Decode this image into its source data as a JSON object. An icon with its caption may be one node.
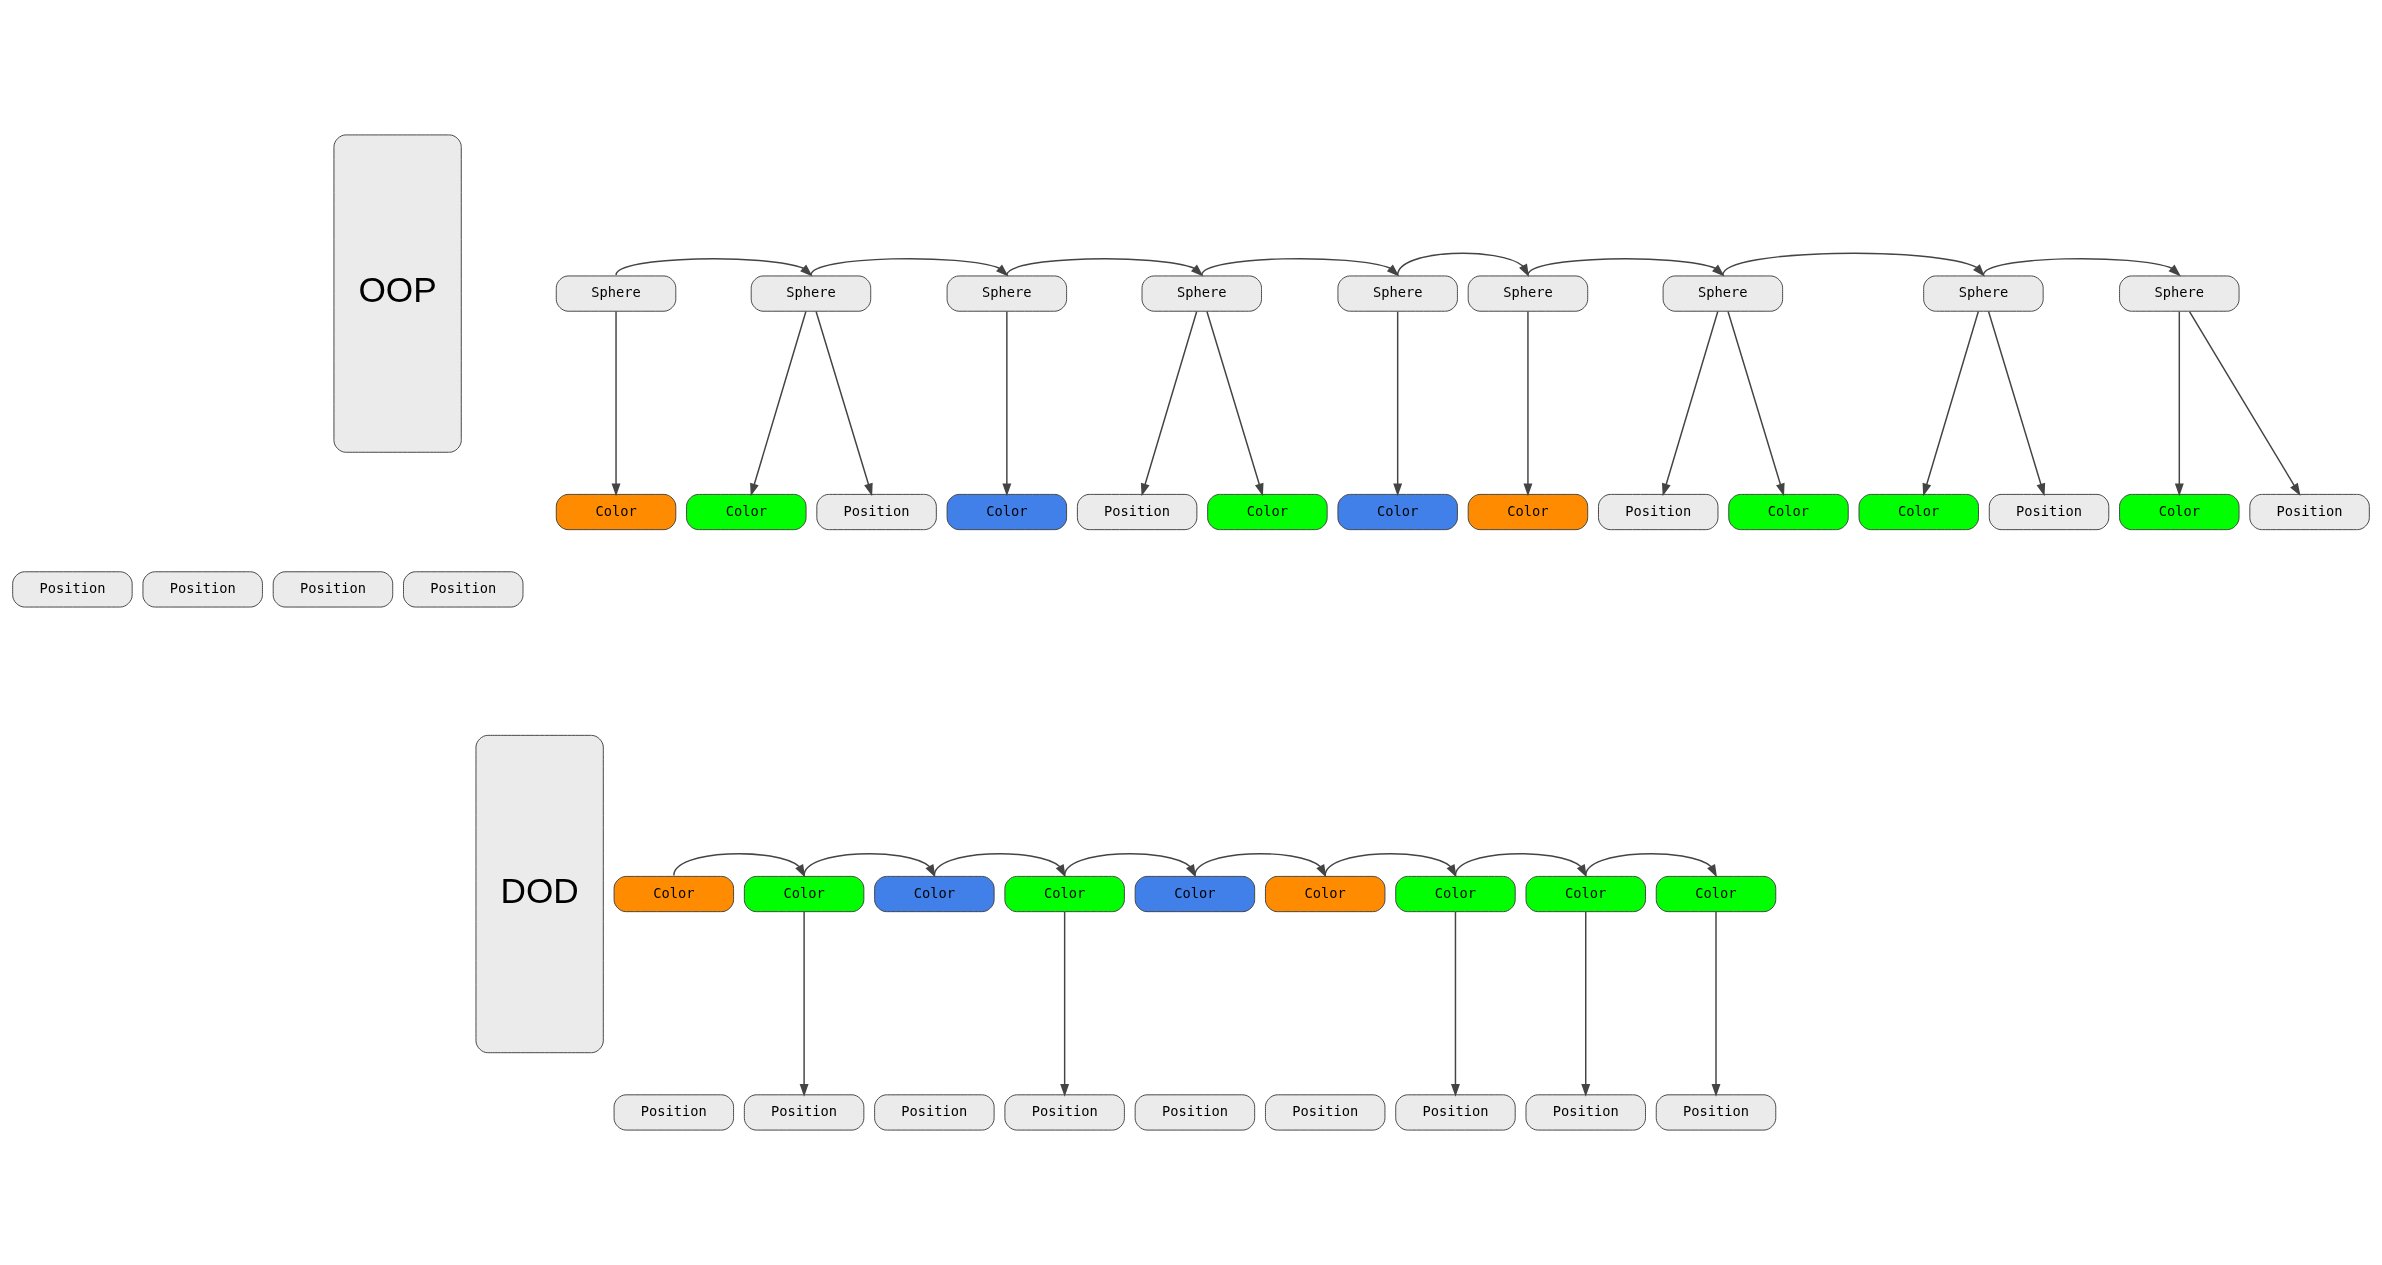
{
  "diagram": {
    "nodes": [
      {
        "text": [
          "OOP"
        ]
      },
      {
        "text": [
          "Sphere"
        ]
      },
      {
        "text": [
          "Sphere"
        ]
      },
      {
        "text": [
          "Sphere"
        ]
      },
      {
        "text": [
          "Sphere"
        ]
      },
      {
        "text": [
          "Sphere"
        ]
      },
      {
        "text": [
          "Sphere"
        ]
      },
      {
        "text": [
          "Sphere"
        ]
      },
      {
        "text": [
          "Sphere"
        ]
      },
      {
        "text": [
          "Sphere"
        ]
      },
      {
        "text": [
          "Color"
        ]
      },
      {
        "text": [
          "Color"
        ]
      },
      {
        "text": [
          "Color"
        ]
      },
      {
        "text": [
          "Color"
        ]
      },
      {
        "text": [
          "Color"
        ]
      },
      {
        "text": [
          "Position"
        ]
      },
      {
        "text": [
          "Position"
        ]
      },
      {
        "text": [
          "Position"
        ]
      },
      {
        "text": [
          "Position"
        ]
      },
      {
        "text": [
          "Position"
        ]
      },
      {
        "text": [
          "Position"
        ]
      },
      {
        "text": [
          "Position"
        ]
      },
      {
        "text": [
          "Position"
        ]
      },
      {
        "text": [
          "Color"
        ]
      },
      {
        "text": [
          "Color"
        ]
      },
      {
        "text": [
          "Color"
        ]
      },
      {
        "text": [
          "Color"
        ]
      },
      {
        "text": [
          "Position"
        ]
      },
      {
        "text": [
          "DOD"
        ]
      },
      {
        "text": [
          "Color"
        ]
      },
      {
        "text": [
          "Color"
        ]
      },
      {
        "text": [
          "Color"
        ]
      },
      {
        "text": [
          "Color"
        ]
      },
      {
        "text": [
          "Color"
        ]
      },
      {
        "text": [
          "Color"
        ]
      },
      {
        "text": [
          "Color"
        ]
      },
      {
        "text": [
          "Color"
        ]
      },
      {
        "text": [
          "Color"
        ]
      },
      {
        "text": [
          "Position"
        ]
      },
      {
        "text": [
          "Position"
        ]
      },
      {
        "text": [
          "Position"
        ]
      },
      {
        "text": [
          "Position"
        ]
      },
      {
        "text": [
          "Position"
        ]
      },
      {
        "text": [
          "Position"
        ]
      },
      {
        "text": [
          "Position"
        ]
      },
      {
        "text": [
          "Position"
        ]
      },
      {
        "text": [
          "Position"
        ]
      }
    ],
    "edges": [
      {
        "from": 1,
        "to": 2,
        "arrow": "to"
      },
      {
        "from": 2,
        "to": 3,
        "arrow": "to"
      },
      {
        "from": 3,
        "to": 4,
        "arrow": "to"
      },
      {
        "from": 4,
        "to": 5,
        "arrow": "to"
      },
      {
        "from": 5,
        "to": 6,
        "arrow": "to"
      },
      {
        "from": 6,
        "to": 7,
        "arrow": "to"
      },
      {
        "from": 7,
        "to": 8,
        "arrow": "to"
      },
      {
        "from": 8,
        "to": 9,
        "arrow": "to"
      },
      {
        "from": 1,
        "to": 12,
        "arrow": "to"
      },
      {
        "from": 2,
        "to": 14,
        "arrow": "to"
      },
      {
        "from": 2,
        "to": 18,
        "arrow": "to"
      },
      {
        "from": 3,
        "to": 24,
        "arrow": "to"
      },
      {
        "from": 4,
        "to": 25,
        "arrow": "to"
      },
      {
        "from": 4,
        "to": 16,
        "arrow": "to"
      },
      {
        "from": 5,
        "to": 26,
        "arrow": "to"
      },
      {
        "from": 6,
        "to": 10,
        "arrow": "to"
      },
      {
        "from": 7,
        "to": 19,
        "arrow": "to"
      },
      {
        "from": 7,
        "to": 23,
        "arrow": "to"
      },
      {
        "from": 8,
        "to": 13,
        "arrow": "to"
      },
      {
        "from": 8,
        "to": 27,
        "arrow": "to"
      },
      {
        "from": 9,
        "to": 11,
        "arrow": "to"
      },
      {
        "from": 9,
        "to": 22,
        "arrow": "to"
      },
      {
        "from": 29,
        "to": 30,
        "arrow": "to"
      },
      {
        "from": 30,
        "to": 31,
        "arrow": "to"
      },
      {
        "from": 31,
        "to": 32,
        "arrow": "to"
      },
      {
        "from": 32,
        "to": 33,
        "arrow": "to"
      },
      {
        "from": 33,
        "to": 34,
        "arrow": "to"
      },
      {
        "from": 34,
        "to": 35,
        "arrow": "to"
      },
      {
        "from": 35,
        "to": 36,
        "arrow": "to"
      },
      {
        "from": 36,
        "to": 37,
        "arrow": "to"
      },
      {
        "from": 30,
        "to": 39,
        "arrow": "to"
      },
      {
        "from": 32,
        "to": 41,
        "arrow": "to"
      },
      {
        "from": 35,
        "to": 44,
        "arrow": "to"
      },
      {
        "from": 36,
        "to": 45,
        "arrow": "to"
      },
      {
        "from": 37,
        "to": 46,
        "arrow": "to"
      }
    ]
  }
}
